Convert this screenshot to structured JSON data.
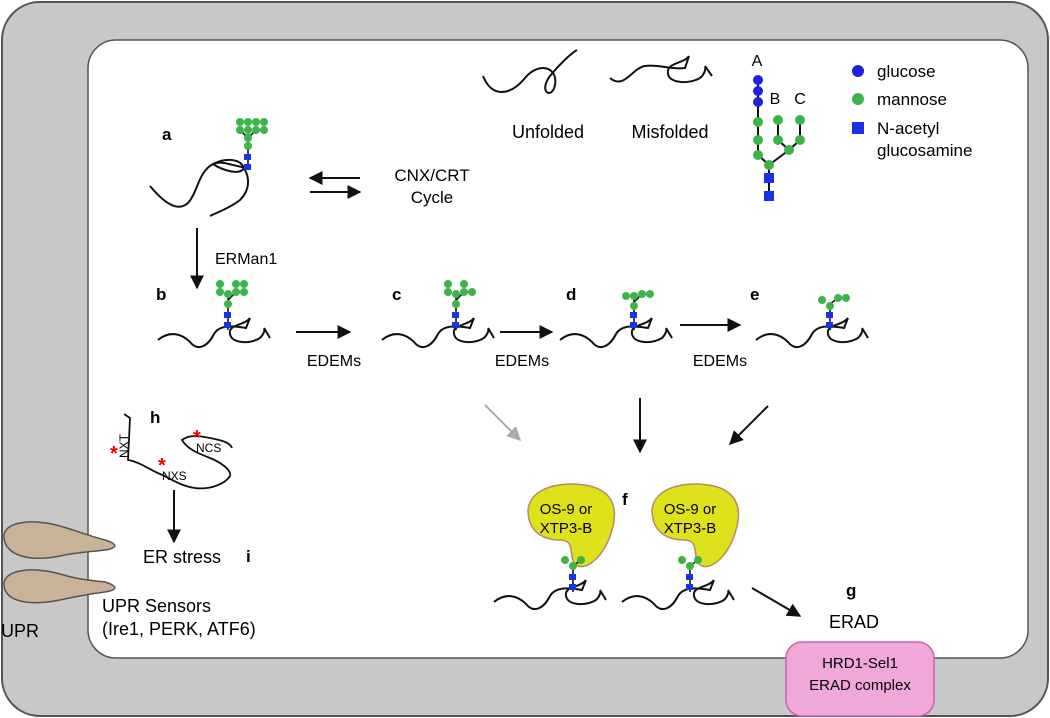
{
  "legend": {
    "branch_a": "A",
    "branch_b": "B",
    "branch_c": "C",
    "glucose": "glucose",
    "mannose": "mannose",
    "glcnac_line1": "N-acetyl",
    "glcnac_line2": "glucosamine"
  },
  "states": {
    "unfolded": "Unfolded",
    "misfolded": "Misfolded"
  },
  "panel_labels": {
    "a": "a",
    "b": "b",
    "c": "c",
    "d": "d",
    "e": "e",
    "f": "f",
    "g": "g",
    "h": "h",
    "i": "i"
  },
  "cycle": {
    "line1": "CNX/CRT",
    "line2": "Cycle"
  },
  "erman1": "ERMan1",
  "edems": [
    "EDEMs",
    "EDEMs",
    "EDEMs"
  ],
  "sequons": {
    "nxt": "NXT",
    "ncs": "NCS",
    "nxs": "NXS"
  },
  "er_stress": "ER stress",
  "upr": "UPR",
  "upr_sensors": {
    "line1": "UPR Sensors",
    "line2": "(Ire1, PERK, ATF6)"
  },
  "lectin": {
    "line1": "OS-9 or",
    "line2": "XTP3-B"
  },
  "erad": "ERAD",
  "hrd1": {
    "line1": "HRD1-Sel1",
    "line2": "ERAD complex"
  },
  "colors": {
    "glucose": "#1f1fe0",
    "mannose": "#3cb44a",
    "glcnac": "#1733e8",
    "membrane": "#c8c8c8",
    "lectin": "#dde21a",
    "hrd1": "#f0a8d8",
    "upr": "#c8b398"
  }
}
